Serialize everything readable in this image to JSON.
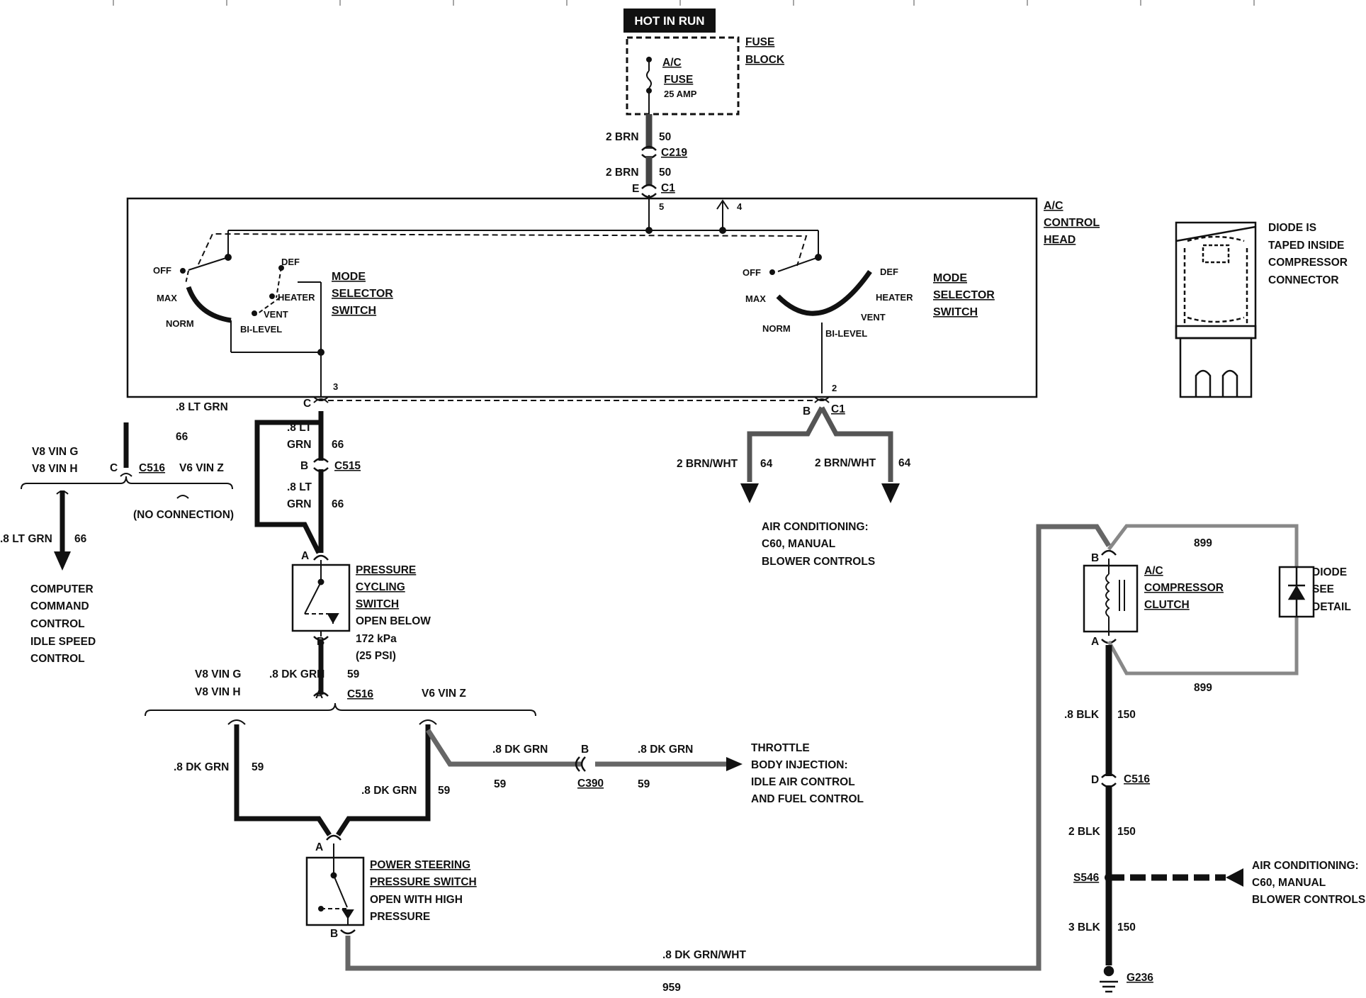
{
  "hot_in_run": "HOT IN RUN",
  "fuse_block": {
    "line1": "FUSE",
    "line2": "BLOCK",
    "fuse_l1": "A/C",
    "fuse_l2": "FUSE",
    "fuse_amp": "25 AMP"
  },
  "feed": {
    "w1_size": "2 BRN",
    "w1_circuit": "50",
    "conn1": "C219",
    "w2_size": "2 BRN",
    "w2_circuit": "50",
    "pin_e": "E",
    "conn2": "C1",
    "pin_5": "5",
    "pin_4": "4"
  },
  "control_head": {
    "line1": "A/C",
    "line2": "CONTROL",
    "line3": "HEAD",
    "pin_3": "3",
    "pin_2": "2"
  },
  "mode_left": {
    "off": "OFF",
    "max": "MAX",
    "norm": "NORM",
    "def": "DEF",
    "heater": "HEATER",
    "vent": "VENT",
    "bilevel": "BI-LEVEL",
    "t1": "MODE",
    "t2": "SELECTOR",
    "t3": "SWITCH"
  },
  "mode_right": {
    "off": "OFF",
    "max": "MAX",
    "norm": "NORM",
    "def": "DEF",
    "heater": "HEATER",
    "vent": "VENT",
    "bilevel": "BI-LEVEL",
    "t1": "MODE",
    "t2": "SELECTOR",
    "t3": "SWITCH"
  },
  "diode_detail": {
    "l1": "DIODE IS",
    "l2": "TAPED INSIDE",
    "l3": "COMPRESSOR",
    "l4": "CONNECTOR"
  },
  "left_branch": {
    "pin_c": "C",
    "wire_top": ".8 LT GRN",
    "circuit_top": "66",
    "v8g": "V8 VIN G",
    "v8h": "V8 VIN H",
    "pin_c2": "C",
    "c516": "C516",
    "v6z": "V6 VIN Z",
    "no_conn": "(NO CONNECTION)",
    "wire_down": ".8 LT GRN",
    "circuit_down": "66",
    "dest1": "COMPUTER",
    "dest2": "COMMAND",
    "dest3": "CONTROL",
    "dest4": "IDLE SPEED",
    "dest5": "CONTROL"
  },
  "center_wires": {
    "w1a": ".8 LT",
    "w1b": "GRN",
    "c1": "66",
    "pin_b": "B",
    "c515": "C515",
    "w2a": ".8 LT",
    "w2b": "GRN",
    "c2": "66"
  },
  "right_c1": {
    "pin_b": "B",
    "c1": "C1",
    "wl": "2 BRN/WHT",
    "cl": "64",
    "wr": "2 BRN/WHT",
    "cr": "64",
    "dest1": "AIR CONDITIONING:",
    "dest2": "C60, MANUAL",
    "dest3": "BLOWER CONTROLS"
  },
  "pressure_cycling": {
    "pin_a": "A",
    "pin_b": "B",
    "t1": "PRESSURE",
    "t2": "CYCLING",
    "t3": "SWITCH",
    "d1": "OPEN BELOW",
    "d2": "172 kPa",
    "d3": "(25 PSI)"
  },
  "c516_mid": {
    "v8g": "V8 VIN G",
    "v8h": "V8 VIN H",
    "wire": ".8 DK GRN",
    "circuit": "59",
    "pin_a": "A",
    "c516": "C516",
    "v6z": "V6 VIN Z"
  },
  "lower_left": {
    "w1": ".8 DK GRN",
    "c1": "59",
    "w2": ".8 DK GRN",
    "c2": "59"
  },
  "tbi": {
    "w1": ".8 DK GRN",
    "c1": "59",
    "pin_b": "B",
    "c390": "C390",
    "w2": ".8 DK GRN",
    "c2": "59",
    "d1": "THROTTLE",
    "d2": "BODY INJECTION:",
    "d3": "IDLE AIR CONTROL",
    "d4": "AND FUEL CONTROL"
  },
  "ps_switch": {
    "pin_a": "A",
    "pin_b": "B",
    "t1": "POWER STEERING",
    "t2": "PRESSURE SWITCH",
    "d1": "OPEN WITH HIGH",
    "d2": "PRESSURE"
  },
  "bottom_wire": {
    "wire": ".8 DK GRN/WHT",
    "circuit": "959"
  },
  "compressor": {
    "pin_b": "B",
    "pin_a": "A",
    "t1": "A/C",
    "t2": "COMPRESSOR",
    "t3": "CLUTCH",
    "c899a": "899",
    "c899b": "899",
    "diode": "DIODE",
    "see": "SEE",
    "detail": "DETAIL"
  },
  "ground_run": {
    "w1": ".8 BLK",
    "c1": "150",
    "pin_d": "D",
    "c516": "C516",
    "w2": "2 BLK",
    "c2": "150",
    "s546": "S546",
    "w3": "3 BLK",
    "c3": "150",
    "g236": "G236",
    "dest1": "AIR CONDITIONING:",
    "dest2": "C60, MANUAL",
    "dest3": "BLOWER CONTROLS"
  }
}
